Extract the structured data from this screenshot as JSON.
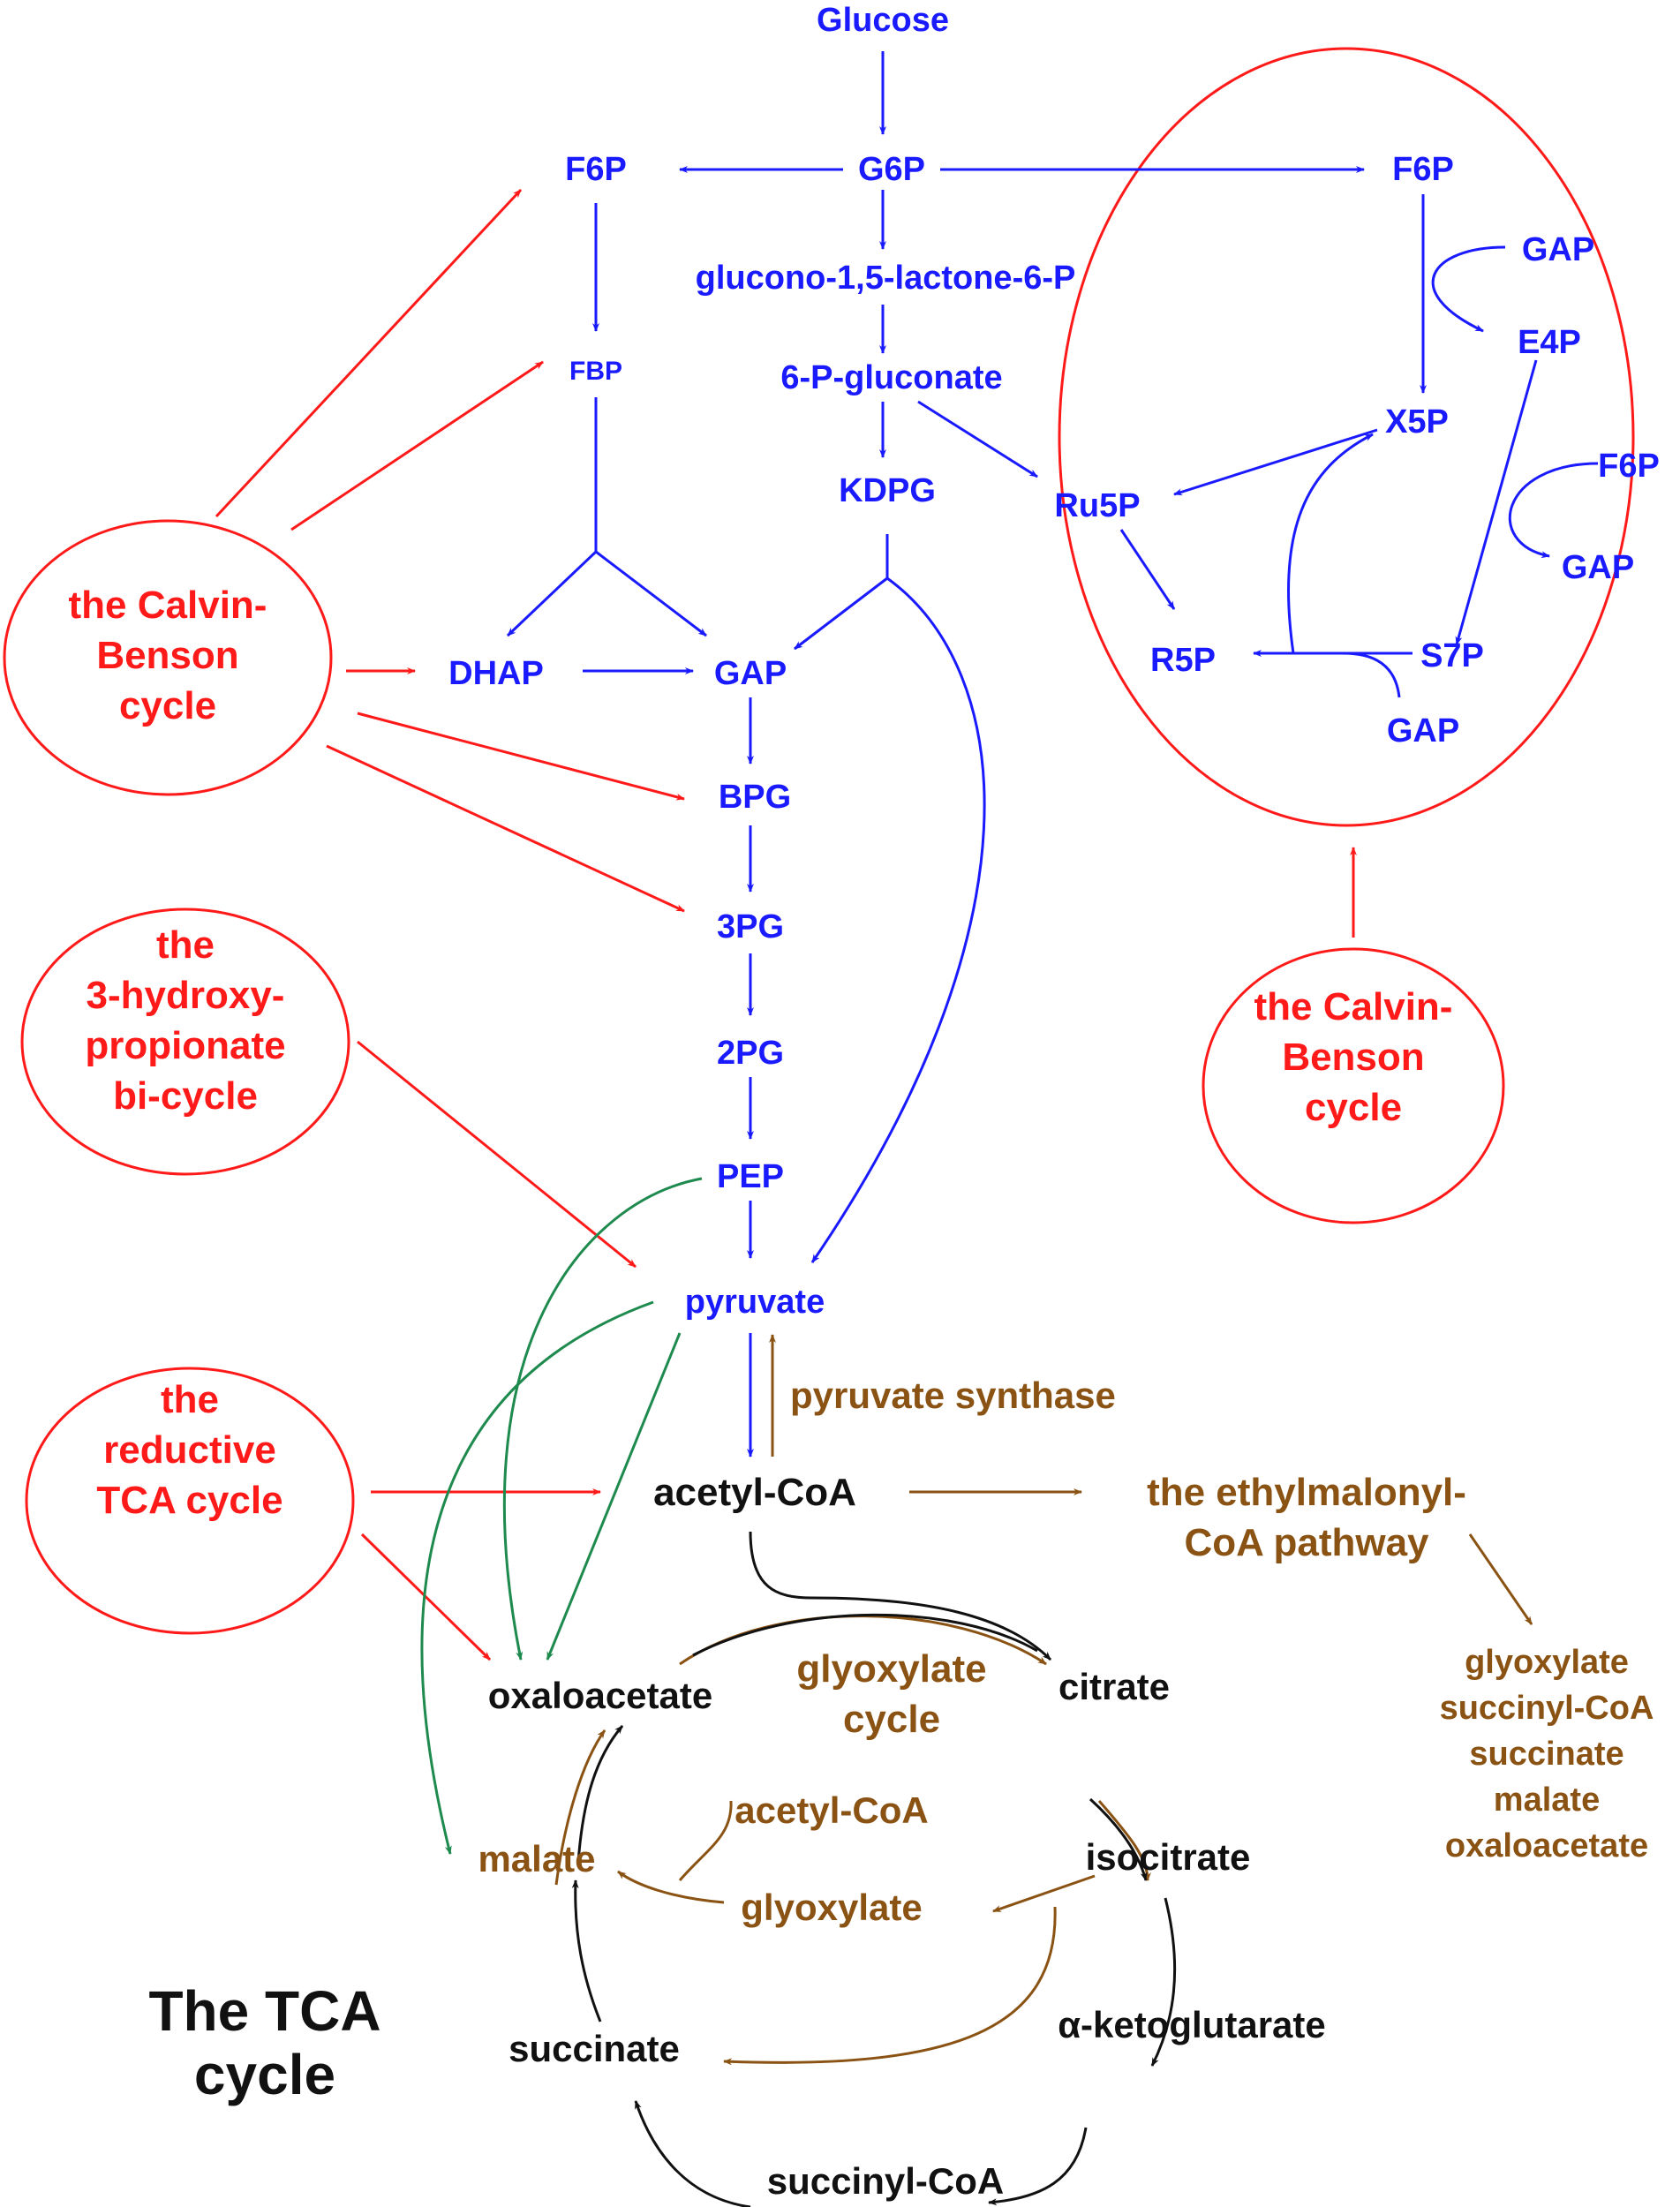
{
  "colors": {
    "blue": "#1a1aff",
    "red": "#ff1a1a",
    "brown": "#8a5314",
    "black": "#111111",
    "green": "#1e8a4e"
  },
  "metabolites": {
    "glucose": "Glucose",
    "g6p": "G6P",
    "f6p_left": "F6P",
    "f6p_right": "F6P",
    "gluconolactone": "glucono-1,5-lactone-6-P",
    "pgluconate": "6-P-gluconate",
    "fbp": "FBP",
    "kdpg": "KDPG",
    "dhap": "DHAP",
    "gap": "GAP",
    "bpg": "BPG",
    "pg3": "3PG",
    "pg2": "2PG",
    "pep": "PEP",
    "pyruvate": "pyruvate",
    "acetyl_coa": "acetyl-CoA",
    "oxaloacetate": "oxaloacetate",
    "citrate": "citrate",
    "isocitrate": "isocitrate",
    "akg": "α-ketoglutarate",
    "succinyl_coa": "succinyl-CoA",
    "succinate": "succinate",
    "malate": "malate",
    "glyoxylate": "glyoxylate",
    "acetyl_coa_glyox": "acetyl-CoA"
  },
  "ppp": {
    "gap_1": "GAP",
    "e4p": "E4P",
    "x5p": "X5P",
    "ru5p": "Ru5P",
    "f6p_2": "F6P",
    "gap_2": "GAP",
    "s7p": "S7P",
    "r5p": "R5P",
    "gap_3": "GAP"
  },
  "pathways": {
    "calvin_left": [
      "the Calvin-",
      "Benson",
      "cycle"
    ],
    "hydroxypropionate": [
      "the",
      "3-hydroxy-",
      "propionate",
      "bi-cycle"
    ],
    "reductive_tca": [
      "the",
      "reductive",
      "TCA cycle"
    ],
    "calvin_right": [
      "the Calvin-",
      "Benson",
      "cycle"
    ],
    "pyruvate_synthase": "pyruvate synthase",
    "ethylmalonyl": [
      "the ethylmalonyl-",
      "CoA pathway"
    ],
    "ethylmalonyl_products": [
      "glyoxylate",
      "succinyl-CoA",
      "succinate",
      "malate",
      "oxaloacetate"
    ],
    "glyoxylate_cycle": [
      "glyoxylate",
      "cycle"
    ]
  },
  "title": [
    "The TCA",
    "cycle"
  ]
}
